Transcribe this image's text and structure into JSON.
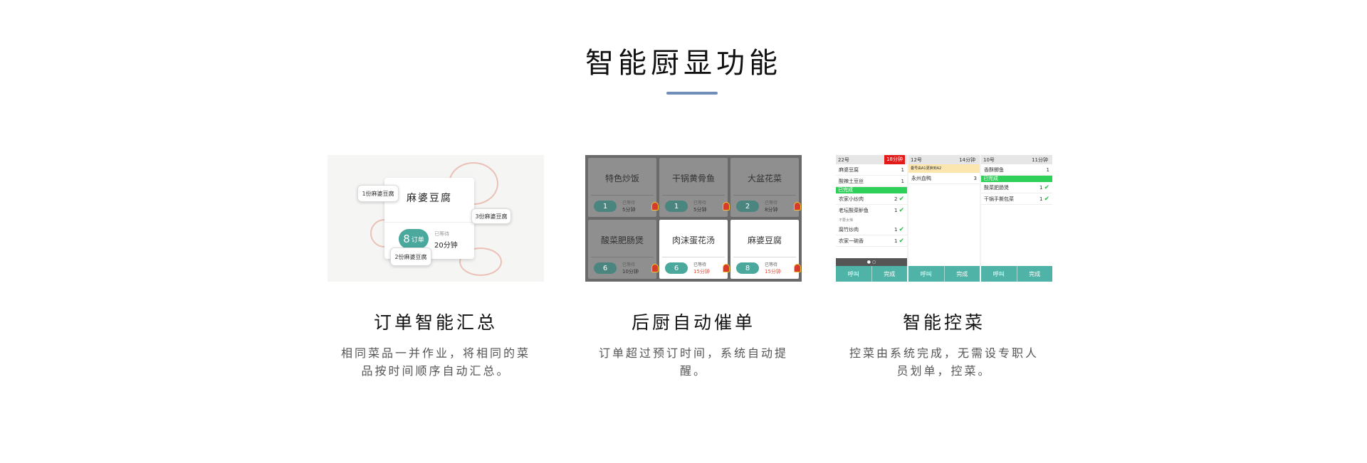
{
  "section": {
    "title": "智能厨显功能"
  },
  "features": [
    {
      "title": "订单智能汇总",
      "desc_line1": "相同菜品一并作业，将相同的菜",
      "desc_line2": "品按时间顺序自动汇总。",
      "illustration": {
        "dish": "麻婆豆腐",
        "order_count": "8",
        "order_label": "订单",
        "wait_label": "已等待",
        "wait_value": "20分钟",
        "bubbles": [
          "1份麻婆豆腐",
          "3份麻婆豆腐",
          "2份麻婆豆腐"
        ]
      }
    },
    {
      "title": "后厨自动催单",
      "desc_line1": "订单超过预订时间，系统自动提醒。",
      "tiles": [
        {
          "name": "特色炒饭",
          "count": "1",
          "wait_label": "已等待",
          "wait": "5分钟"
        },
        {
          "name": "干锅黄骨鱼",
          "count": "1",
          "wait_label": "已等待",
          "wait": "5分钟"
        },
        {
          "name": "大盆花菜",
          "count": "2",
          "wait_label": "已等待",
          "wait": "8分钟"
        },
        {
          "name": "酸菜肥肠煲",
          "count": "6",
          "wait_label": "已等待",
          "wait": "10分钟"
        },
        {
          "name": "肉沫蛋花汤",
          "count": "6",
          "wait_label": "已等待",
          "wait": "15分钟"
        },
        {
          "name": "麻婆豆腐",
          "count": "8",
          "wait_label": "已等待",
          "wait": "15分钟"
        }
      ]
    },
    {
      "title": "智能控菜",
      "desc_line1": "控菜由系统完成，无需设专职人",
      "desc_line2": "员划单，控菜。",
      "columns": [
        {
          "table": "22号",
          "time": "18分钟",
          "items_top": [
            {
              "name": "麻婆豆腐",
              "qty": "1"
            },
            {
              "name": "酸辣土豆丝",
              "qty": "1"
            }
          ],
          "done_label": "已完成",
          "items_done": [
            {
              "name": "农家小炒肉",
              "qty": "2"
            },
            {
              "name": "老坛酸菜鲈鱼",
              "qty": "1"
            }
          ],
          "note": "不要太辣",
          "items_done2": [
            {
              "name": "腐竹炒肉",
              "qty": "1"
            },
            {
              "name": "农家一碗香",
              "qty": "1"
            }
          ],
          "pager": "● ○",
          "call": "呼叫",
          "finish": "完成"
        },
        {
          "table": "12号",
          "time": "14分钟",
          "notice": "叠号由A1更换到A2",
          "items_top": [
            {
              "name": "永州血鸭",
              "qty": "3"
            }
          ],
          "call": "呼叫",
          "finish": "完成"
        },
        {
          "table": "10号",
          "time": "11分钟",
          "items_top": [
            {
              "name": "香酥鲫鱼",
              "qty": "1"
            }
          ],
          "done_label": "已完成",
          "items_done": [
            {
              "name": "酸菜肥肠煲",
              "qty": "1"
            },
            {
              "name": "干锅手撕包菜",
              "qty": "1"
            }
          ],
          "call": "呼叫",
          "finish": "完成"
        }
      ]
    }
  ],
  "colors": {
    "accent": "#6f8fb8",
    "teal": "#4aa89c",
    "alert": "#e21a1a",
    "done": "#2fd05a"
  }
}
